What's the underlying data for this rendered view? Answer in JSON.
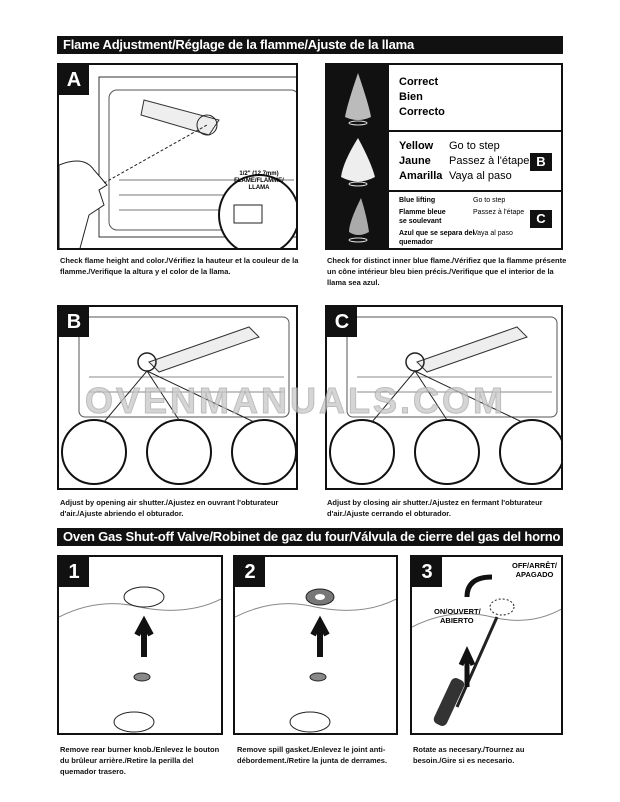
{
  "section1": {
    "title": "Flame Adjustment/Réglage de la flamme/Ajuste de la llama"
  },
  "panelA": {
    "tag": "A",
    "callout": [
      "1/2\" (12.7mm)",
      "FLAME/FLAMME/",
      "LLAMA"
    ],
    "caption": "Check flame height and color./Vérifiez la hauteur et la couleur de la flamme./Verifique la altura y el color de la llama."
  },
  "flameTable": {
    "rows": [
      {
        "labels": [
          "Correct",
          "Bien",
          "Correcto"
        ]
      },
      {
        "labels": [
          "Yellow",
          "Jaune",
          "Amarilla"
        ],
        "actions": [
          "Go to step",
          "Passez à l'étape",
          "Vaya al paso"
        ],
        "step": "B"
      },
      {
        "labels": [
          "Blue lifting",
          "Flamme bleue se soulevant",
          "Azul que se separa del quemador"
        ],
        "actions": [
          "Go to step",
          "Passez à l'étape",
          "Vaya al paso"
        ],
        "step": "C"
      }
    ],
    "caption": "Check for distinct inner blue flame./Vérifiez que la flamme présente un cône intérieur bleu bien précis./Verifique que el interior de la llama sea azul."
  },
  "panelB": {
    "tag": "B",
    "caption": "Adjust by opening air shutter./Ajustez en ouvrant l'obturateur d'air./Ajuste abriendo el obturador."
  },
  "panelC": {
    "tag": "C",
    "caption": "Adjust by closing air shutter./Ajustez en fermant l'obturateur d'air./Ajuste cerrando el obturador."
  },
  "watermark": "OVENMANUALS.COM",
  "section2": {
    "title": "Oven Gas Shut-off Valve/Robinet de gaz du four/Válvula de cierre del gas del horno"
  },
  "steps": [
    {
      "tag": "1",
      "caption": "Remove rear burner knob./Enlevez le bouton du brûleur arrière./Retire la perilla del quemador trasero."
    },
    {
      "tag": "2",
      "caption": "Remove spill gasket./Enlevez le joint anti-débordement./Retire la junta de derrames."
    },
    {
      "tag": "3",
      "off": [
        "OFF/ARRÊT/",
        "APAGADO"
      ],
      "on": [
        "ON/OUVERT/",
        "ABIERTO"
      ],
      "caption": "Rotate as necesary./Tournez au besoin./Gire si es necesario."
    }
  ]
}
